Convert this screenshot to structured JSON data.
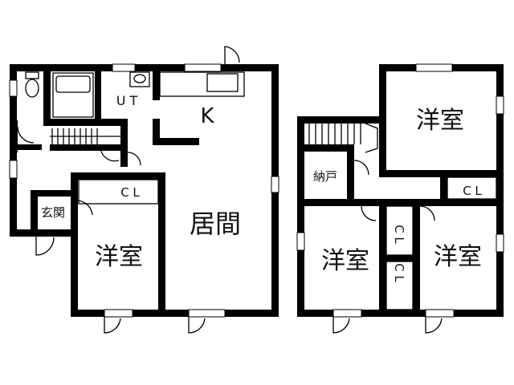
{
  "rooms": {
    "kitchen": "K",
    "utility": "U T",
    "living": "居間",
    "western_room_1f": "洋室",
    "entrance": "玄関",
    "closet_1f": "C L",
    "storage": "納戸",
    "western_room_2f_top": "洋室",
    "western_room_2f_left": "洋室",
    "western_room_2f_right": "洋室",
    "closet_2f_top": "C L",
    "closet_2f_mid": "C L",
    "closet_2f_low": "C L"
  },
  "icons": [
    "toilet-icon",
    "bathtub-icon",
    "sink-icon",
    "kitchen-counter-icon",
    "door-swing-icon",
    "stairs-icon"
  ]
}
